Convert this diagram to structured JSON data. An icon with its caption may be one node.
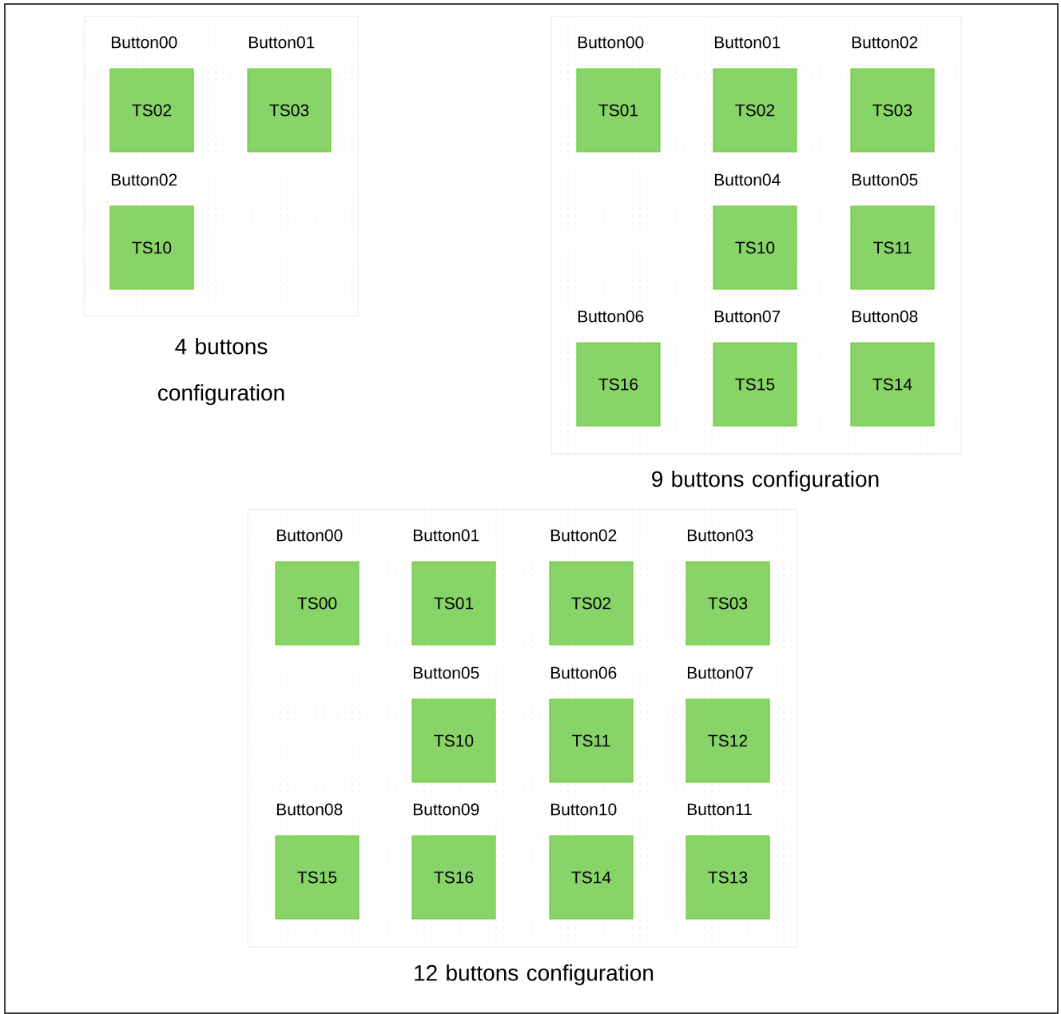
{
  "diagram": {
    "nodes": [
      {
        "text": [
          "4 buttons configuration"
        ]
      },
      {
        "text": [
          "TS02"
        ],
        "beside": [
          "Button00"
        ],
        "in": 0
      },
      {
        "text": [
          "TS03"
        ],
        "beside": [
          "Button01"
        ],
        "in": 0
      },
      {
        "text": [
          "TS10"
        ],
        "beside": [
          "Button02"
        ],
        "in": 0
      },
      {
        "text": [
          "9 buttons configuration"
        ]
      },
      {
        "text": [
          "TS01"
        ],
        "beside": [
          "Button00"
        ],
        "in": 4
      },
      {
        "text": [
          "TS02"
        ],
        "beside": [
          "Button01"
        ],
        "in": 4
      },
      {
        "text": [
          "TS03"
        ],
        "beside": [
          "Button02"
        ],
        "in": 4
      },
      {
        "text": [
          "TS10"
        ],
        "beside": [
          "Button04"
        ],
        "in": 4
      },
      {
        "text": [
          "TS11"
        ],
        "beside": [
          "Button05"
        ],
        "in": 4
      },
      {
        "text": [
          "TS16"
        ],
        "beside": [
          "Button06"
        ],
        "in": 4
      },
      {
        "text": [
          "TS15"
        ],
        "beside": [
          "Button07"
        ],
        "in": 4
      },
      {
        "text": [
          "TS14"
        ],
        "beside": [
          "Button08"
        ],
        "in": 4
      },
      {
        "text": [
          "12 buttons configuration"
        ]
      },
      {
        "text": [
          "TS00"
        ],
        "beside": [
          "Button00"
        ],
        "in": 13
      },
      {
        "text": [
          "TS01"
        ],
        "beside": [
          "Button01"
        ],
        "in": 13
      },
      {
        "text": [
          "TS02"
        ],
        "beside": [
          "Button02"
        ],
        "in": 13
      },
      {
        "text": [
          "TS03"
        ],
        "beside": [
          "Button03"
        ],
        "in": 13
      },
      {
        "text": [
          "TS10"
        ],
        "beside": [
          "Button05"
        ],
        "in": 13
      },
      {
        "text": [
          "TS11"
        ],
        "beside": [
          "Button06"
        ],
        "in": 13
      },
      {
        "text": [
          "TS12"
        ],
        "beside": [
          "Button07"
        ],
        "in": 13
      },
      {
        "text": [
          "TS15"
        ],
        "beside": [
          "Button08"
        ],
        "in": 13
      },
      {
        "text": [
          "TS16"
        ],
        "beside": [
          "Button09"
        ],
        "in": 13
      },
      {
        "text": [
          "TS14"
        ],
        "beside": [
          "Button10"
        ],
        "in": 13
      },
      {
        "text": [
          "TS13"
        ],
        "beside": [
          "Button11"
        ],
        "in": 13
      }
    ]
  }
}
